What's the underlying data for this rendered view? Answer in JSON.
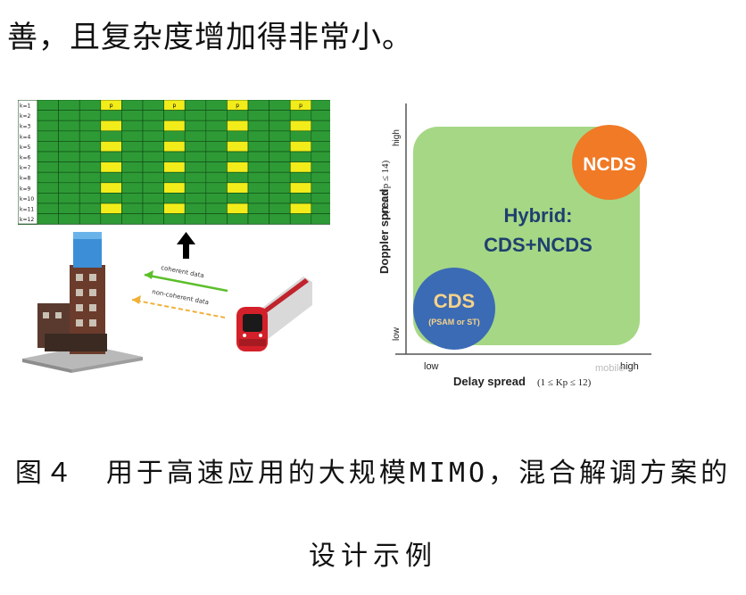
{
  "top_text": "善，且复杂度增加得非常小。",
  "left": {
    "row_labels": [
      "k=1",
      "k=2",
      "k=3",
      "k=4",
      "k=5",
      "k=6",
      "k=7",
      "k=8",
      "k=9",
      "k=10",
      "k=11",
      "k=12"
    ],
    "pilot_label": "p",
    "coherent_label": "coherent data",
    "noncoherent_label": "non-coherent data",
    "colors": {
      "grid": "#2e9a36",
      "pilot": "#f2ec1a",
      "coherent_arrow": "#5bbf2a",
      "noncoherent_arrow": "#f0b13a"
    }
  },
  "right": {
    "y_axis_label": "Doppler spread",
    "y_axis_range": "(1 ≤ Np ≤ 14)",
    "x_axis_label": "Delay spread",
    "x_axis_range": "(1 ≤ Kp ≤ 12)",
    "y_low": "low",
    "y_high": "high",
    "x_low": "low",
    "x_high": "high",
    "hybrid_line1": "Hybrid:",
    "hybrid_line2": "CDS+NCDS",
    "ncds_label": "NCDS",
    "cds_label": "CDS",
    "cds_sub": "(PSAM or ST)",
    "watermark": "mobile",
    "colors": {
      "region": "#a6d785",
      "ncds": "#f07a26",
      "cds": "#3b6bb5"
    }
  },
  "caption": {
    "line1": "图４　用于高速应用的大规模MIMO，混合解调方案的",
    "line2": "设计示例"
  }
}
